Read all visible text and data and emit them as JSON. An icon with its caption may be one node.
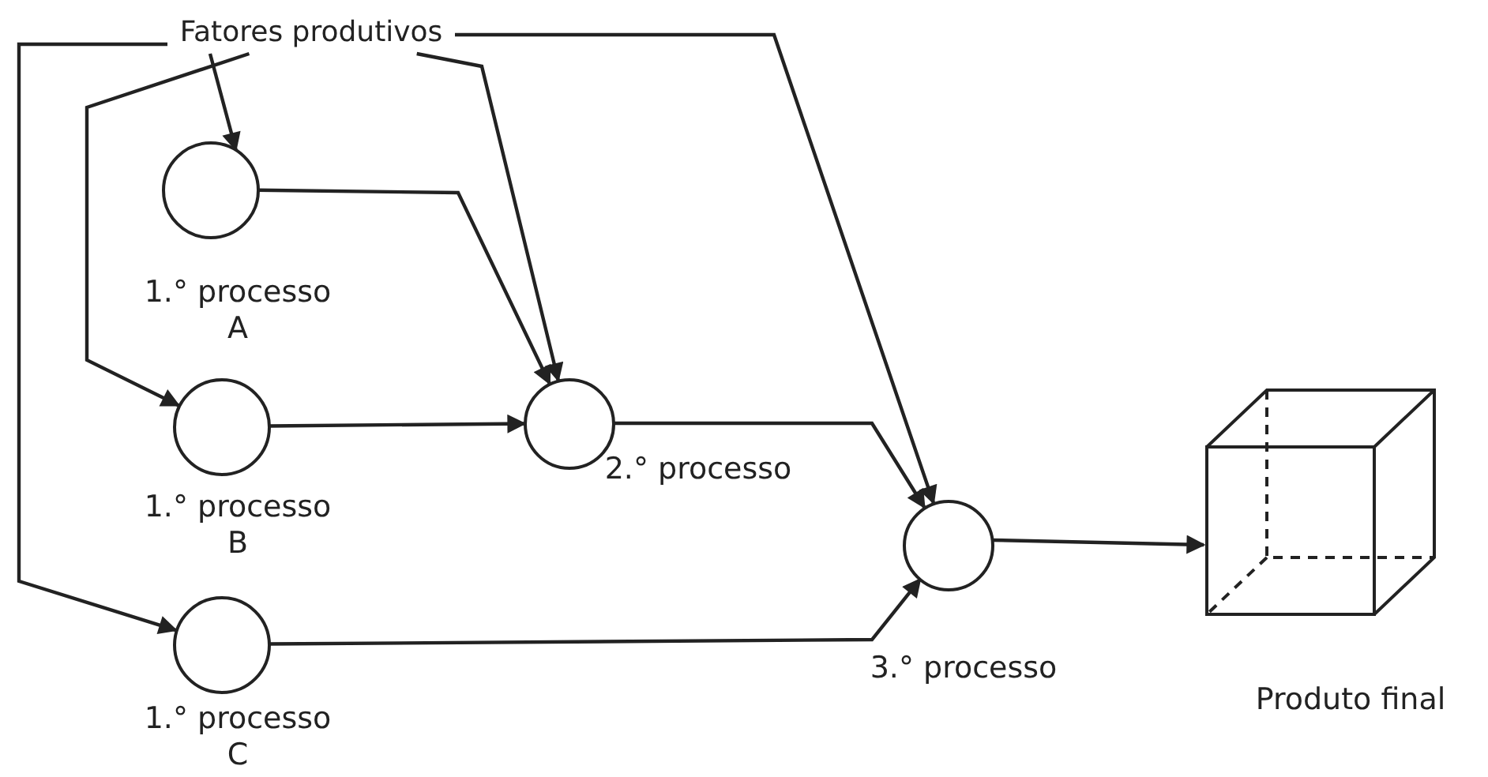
{
  "diagram": {
    "nodes": [
      {
        "text": [
          "Fatores produtivos"
        ]
      },
      {
        "text": [
          "1.° processo A"
        ]
      },
      {
        "text": [
          "1.° processo B"
        ]
      },
      {
        "text": [
          "1.° processo C"
        ]
      },
      {
        "text": [
          "2.° processo"
        ]
      },
      {
        "text": [
          "3.° processo"
        ]
      },
      {
        "text": [
          "Produto final"
        ]
      }
    ],
    "edges": [
      {
        "from": 0,
        "to": 1,
        "arrow": "to"
      },
      {
        "from": 0,
        "to": 2,
        "arrow": "to"
      },
      {
        "from": 0,
        "to": 3,
        "arrow": "to"
      },
      {
        "from": 0,
        "to": 4,
        "arrow": "to"
      },
      {
        "from": 0,
        "to": 5,
        "arrow": "to"
      },
      {
        "from": 1,
        "to": 4,
        "arrow": "to"
      },
      {
        "from": 2,
        "to": 4,
        "arrow": "to"
      },
      {
        "from": 4,
        "to": 5,
        "arrow": "to"
      },
      {
        "from": 3,
        "to": 5,
        "arrow": "to"
      },
      {
        "from": 5,
        "to": 6,
        "arrow": "to"
      }
    ]
  }
}
